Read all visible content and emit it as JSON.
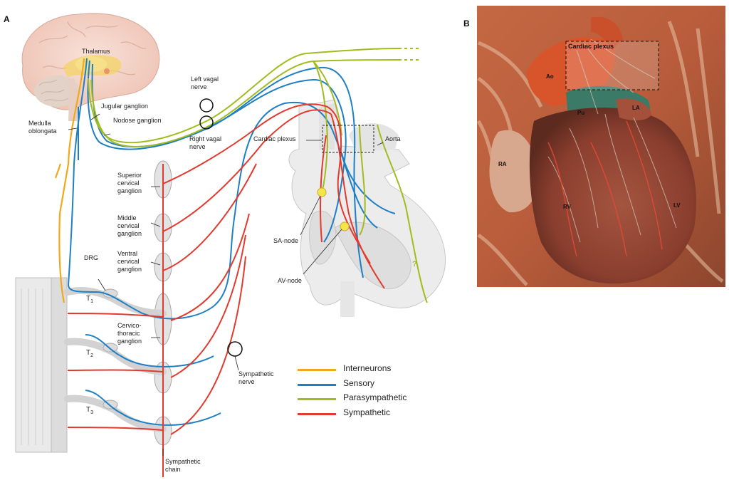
{
  "panels": {
    "a": "A",
    "b": "B"
  },
  "labels": {
    "thalamus": "Thalamus",
    "medulla": "Medulla\noblongata",
    "jugular": "Jugular ganglion",
    "nodose": "Nodose ganglion",
    "left_vagal": "Left vagal\nnerve",
    "right_vagal": "Right vagal\nnerve",
    "cardiac_plexus": "Cardiac plexus",
    "aorta": "Aorta",
    "superior_cervical": "Superior\ncervical\nganglion",
    "middle_cervical": "Middle\ncervical\nganglion",
    "ventral_cervical": "Ventral\ncervical\nganglion",
    "cervicothoracic": "Cervico-\nthoracic\nganglion",
    "drg": "DRG",
    "t1": "T",
    "t1_sub": "1",
    "t2": "T",
    "t2_sub": "2",
    "t3": "T",
    "t3_sub": "3",
    "sa_node": "SA-node",
    "av_node": "AV-node",
    "sympathetic_nerve": "Sympathetic\nnerve",
    "sympathetic_chain": "Sympathetic\nchain",
    "question": "?"
  },
  "legend": [
    {
      "label": "Interneurons",
      "color": "#f2a81d"
    },
    {
      "label": "Sensory",
      "color": "#1f7fc4"
    },
    {
      "label": "Parasympathetic",
      "color": "#a4bb1f"
    },
    {
      "label": "Sympathetic",
      "color": "#e23a2e"
    }
  ],
  "photo_labels": {
    "cardiac_plexus": "Cardiac plexus",
    "ao": "Ao",
    "pu": "Pu",
    "la": "LA",
    "ra": "RA",
    "rv": "RV",
    "lv": "LV"
  },
  "colors": {
    "interneuron": "#f2a81d",
    "sensory": "#1f7fc4",
    "parasympathetic": "#a4bb1f",
    "sympathetic": "#e23a2e"
  }
}
